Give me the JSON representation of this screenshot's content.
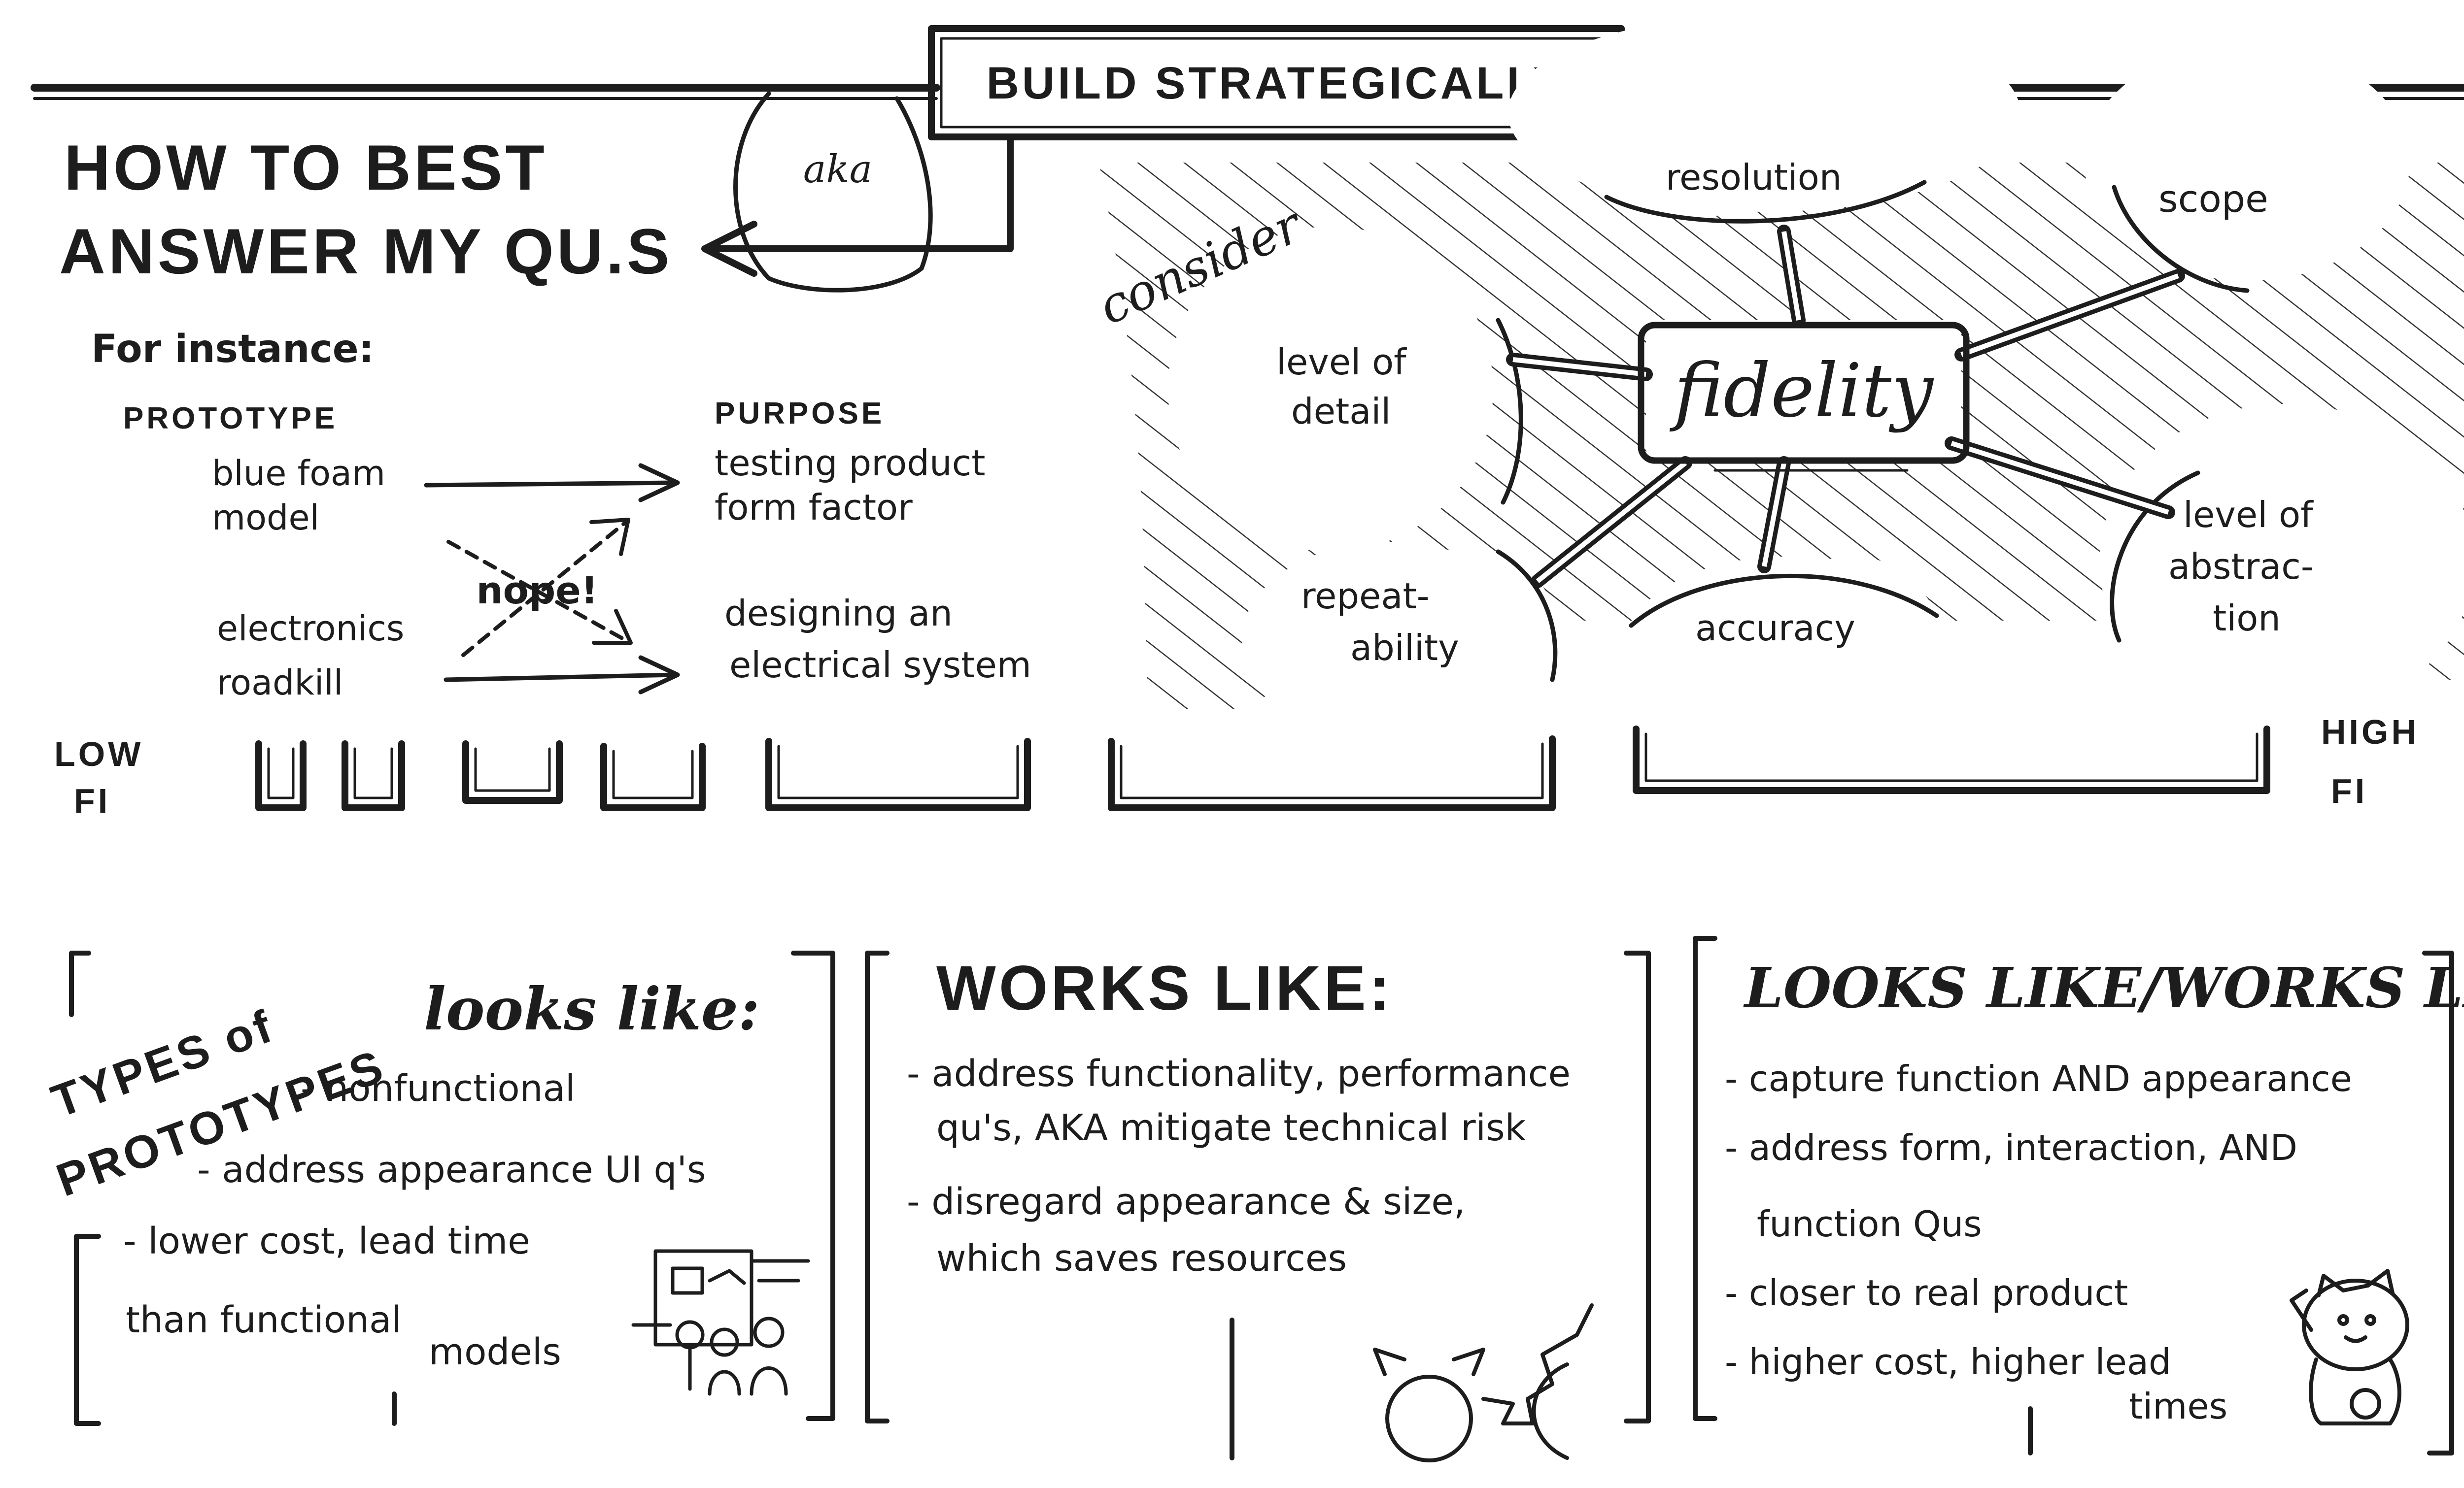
{
  "banner": {
    "title": "BUILD STRATEGICALLY",
    "aka": "aka"
  },
  "question": {
    "line1": "HOW TO BEST",
    "line2": "ANSWER MY QU.S"
  },
  "example": {
    "intro": "For instance:",
    "prototype_header": "PROTOTYPE",
    "purpose_header": "PURPOSE",
    "rows": [
      {
        "prototype": [
          "blue foam",
          "model"
        ],
        "purpose": [
          "testing product",
          "form factor"
        ]
      },
      {
        "prototype": [
          "electronics",
          "roadkill"
        ],
        "purpose": [
          "designing an",
          "electrical system"
        ]
      }
    ],
    "cross_label": "nope!"
  },
  "fidelity_map": {
    "consider": "consider",
    "center": "fidelity",
    "dimensions": {
      "resolution": "resolution",
      "scope": "scope",
      "level_of_detail": [
        "level of",
        "detail"
      ],
      "level_of_abstraction": [
        "level of",
        "abstrac-",
        "tion"
      ],
      "repeatability": [
        "repeat-",
        "ability"
      ],
      "accuracy": "accuracy"
    }
  },
  "scale": {
    "low": [
      "LOW",
      "FI"
    ],
    "high": [
      "HIGH",
      "FI"
    ]
  },
  "types": {
    "heading": [
      "TYPES of",
      "PROTOTYPES"
    ],
    "looks_like": {
      "title": "looks like:",
      "points": [
        [
          "- nonfunctional"
        ],
        [
          "- address appearance UI q's"
        ],
        [
          "- lower cost, lead time",
          "than functional",
          "models"
        ]
      ]
    },
    "works_like": {
      "title": "WORKS LIKE:",
      "points": [
        [
          "- address functionality, performance",
          "qu's, AKA mitigate technical risk"
        ],
        [
          "- disregard appearance & size,",
          "which saves resources"
        ]
      ]
    },
    "looks_works_like": {
      "title": "LOOKS LIKE/WORKS LIKE",
      "points": [
        [
          "- capture function AND appearance"
        ],
        [
          "- address form, interaction, AND",
          "function Qus"
        ],
        [
          "- closer to real product"
        ],
        [
          "- higher cost, higher lead",
          "times"
        ]
      ]
    }
  }
}
